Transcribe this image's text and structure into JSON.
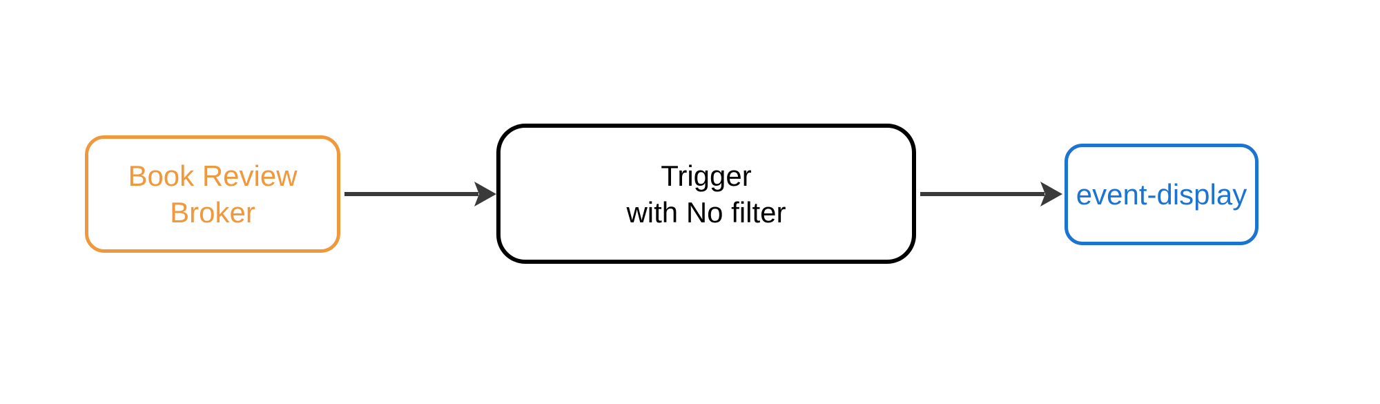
{
  "diagram": {
    "type": "flowchart",
    "direction": "left-to-right",
    "background_color": "#ffffff",
    "edge_color": "#3a3a3a",
    "nodes": [
      {
        "id": "book-review-broker",
        "label": "Book Review\nBroker",
        "border_color": "#f0993c",
        "text_color": "#f0993c",
        "fill_color": "#ffffff"
      },
      {
        "id": "trigger",
        "label": "Trigger\nwith No filter",
        "border_color": "#000000",
        "text_color": "#000000",
        "fill_color": "#ffffff"
      },
      {
        "id": "event-display",
        "label": "event-display",
        "border_color": "#1b74d1",
        "text_color": "#1b74d1",
        "fill_color": "#ffffff"
      }
    ],
    "edges": [
      {
        "from": "book-review-broker",
        "to": "trigger",
        "style": "solid-arrow"
      },
      {
        "from": "trigger",
        "to": "event-display",
        "style": "solid-arrow"
      }
    ]
  }
}
